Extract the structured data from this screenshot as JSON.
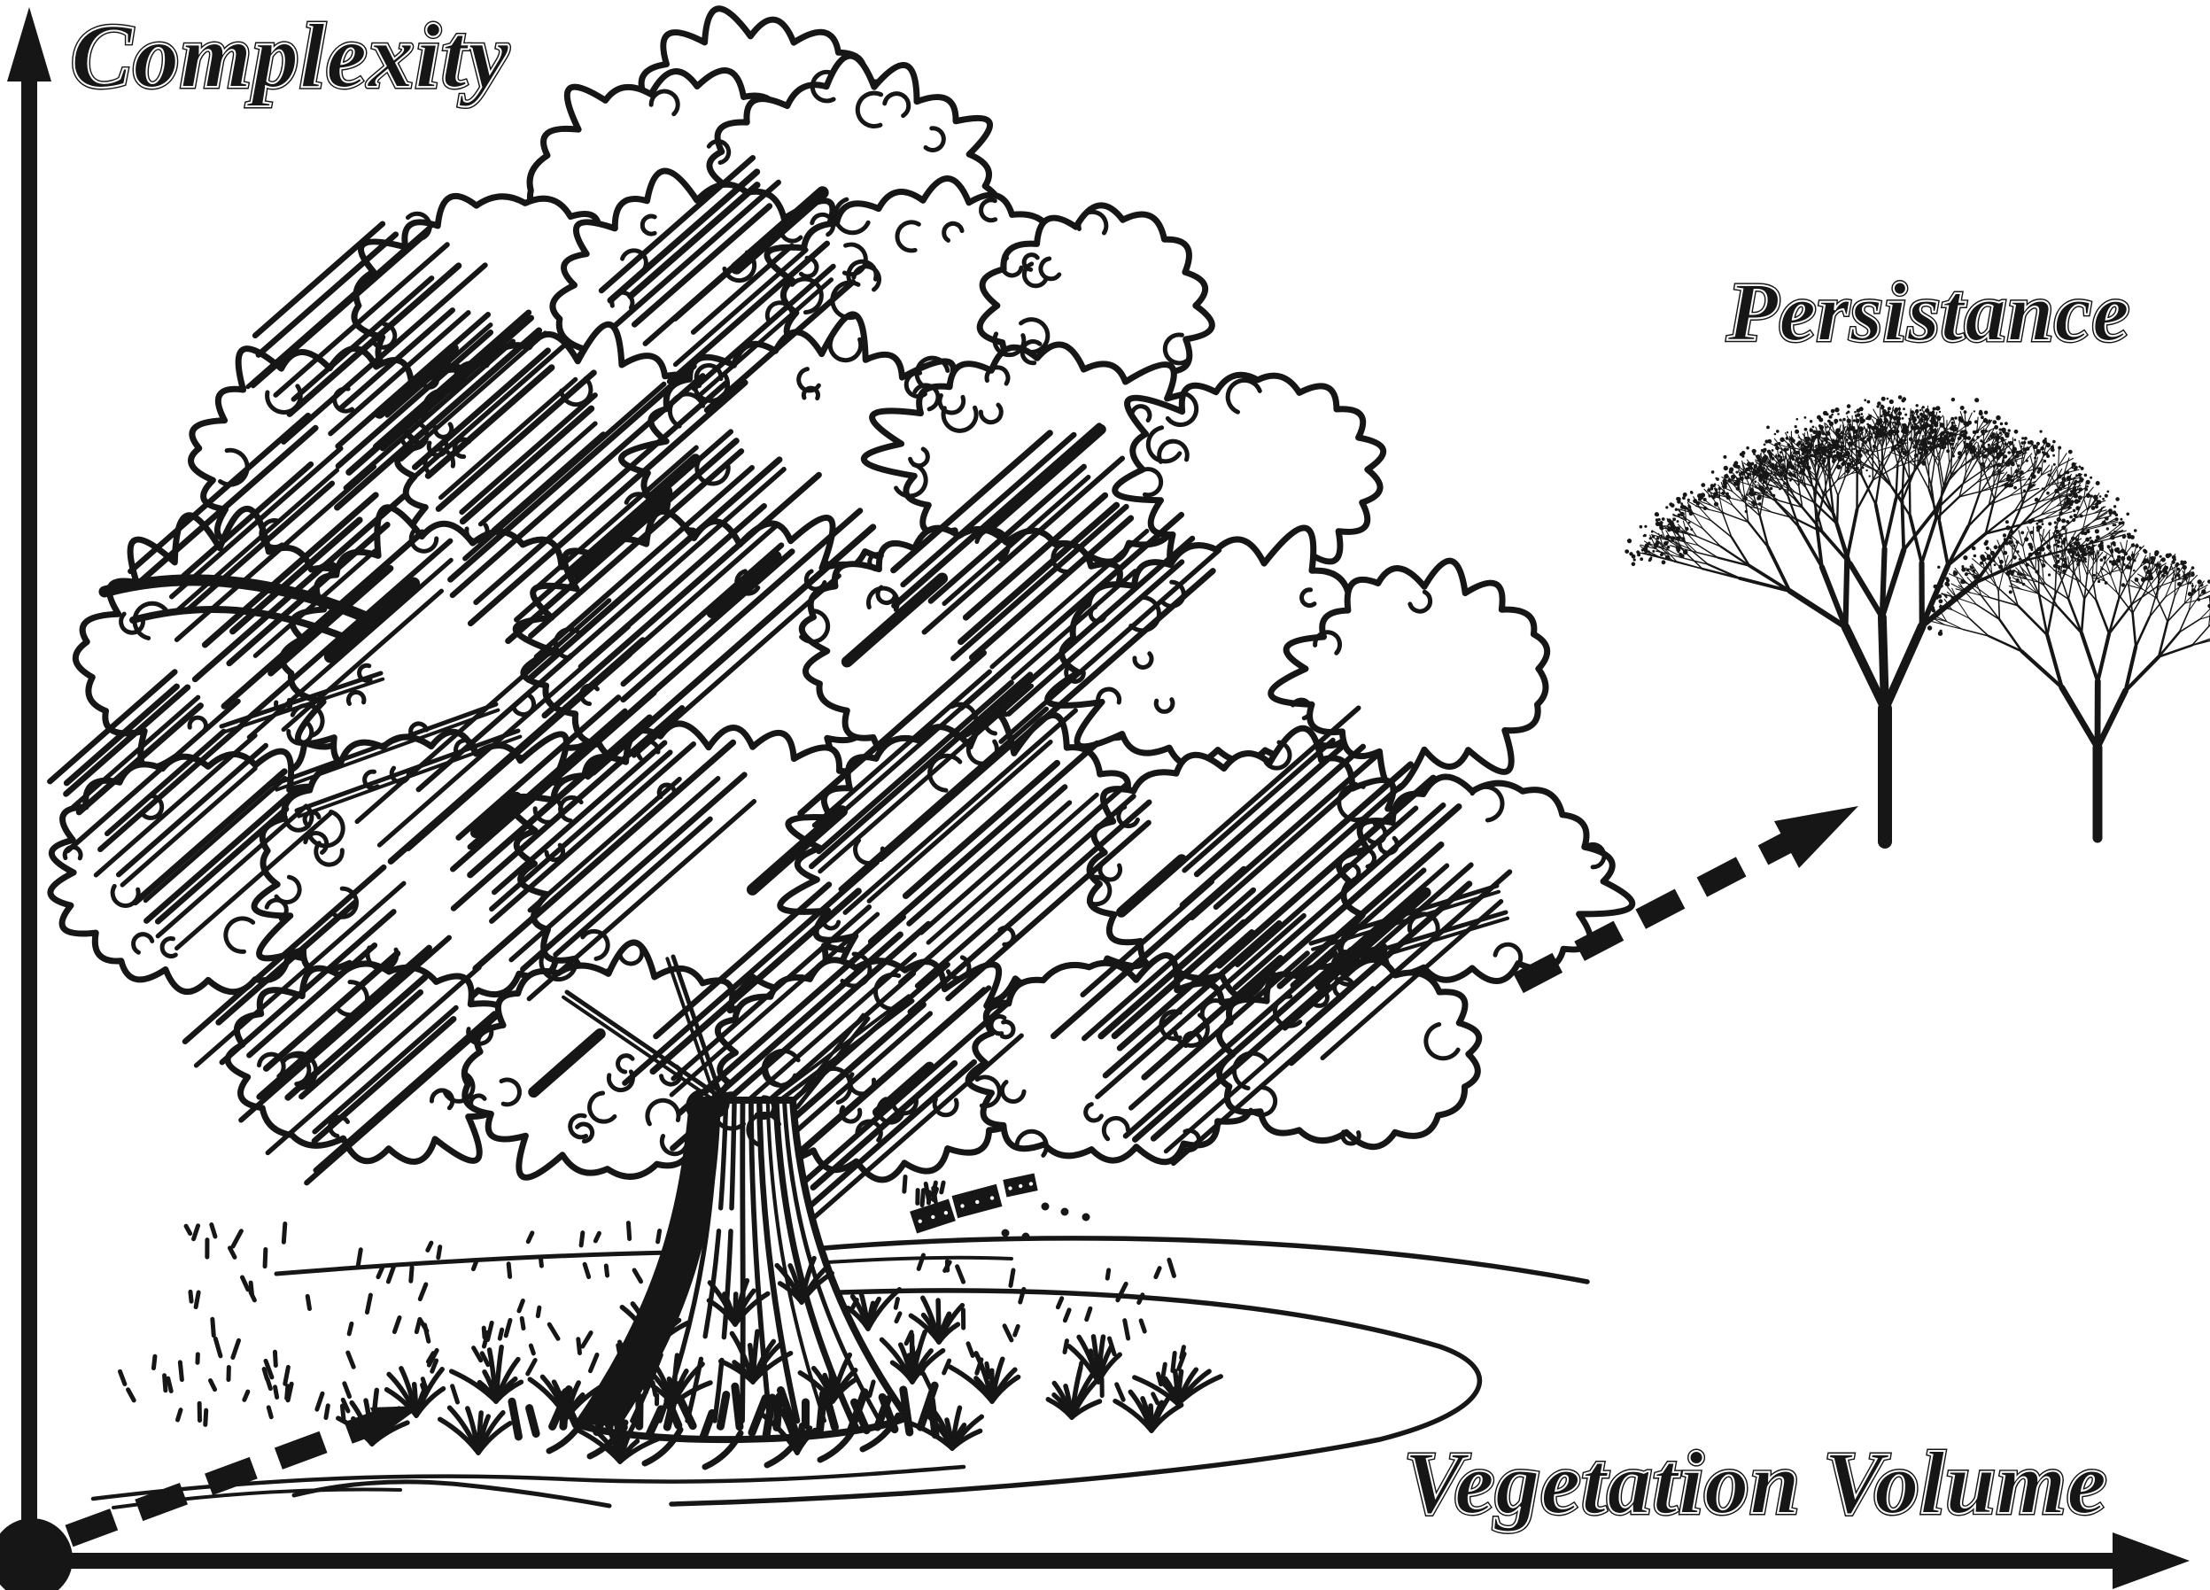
{
  "figure": {
    "background": "#ffffff",
    "ink": "#161616",
    "y_axis": {
      "label": "Complexity"
    },
    "x_axis": {
      "label": "Vegetation Volume"
    },
    "persistence": {
      "label": "Persistance"
    },
    "icons": {
      "main_tree": "leafy-tree-sketch",
      "persistence_trees": "bare-trees-sketch",
      "origin": "origin-dot",
      "arrows": [
        "dashed-arrow-origin-to-tree",
        "dashed-arrow-tree-to-persistence"
      ]
    }
  }
}
